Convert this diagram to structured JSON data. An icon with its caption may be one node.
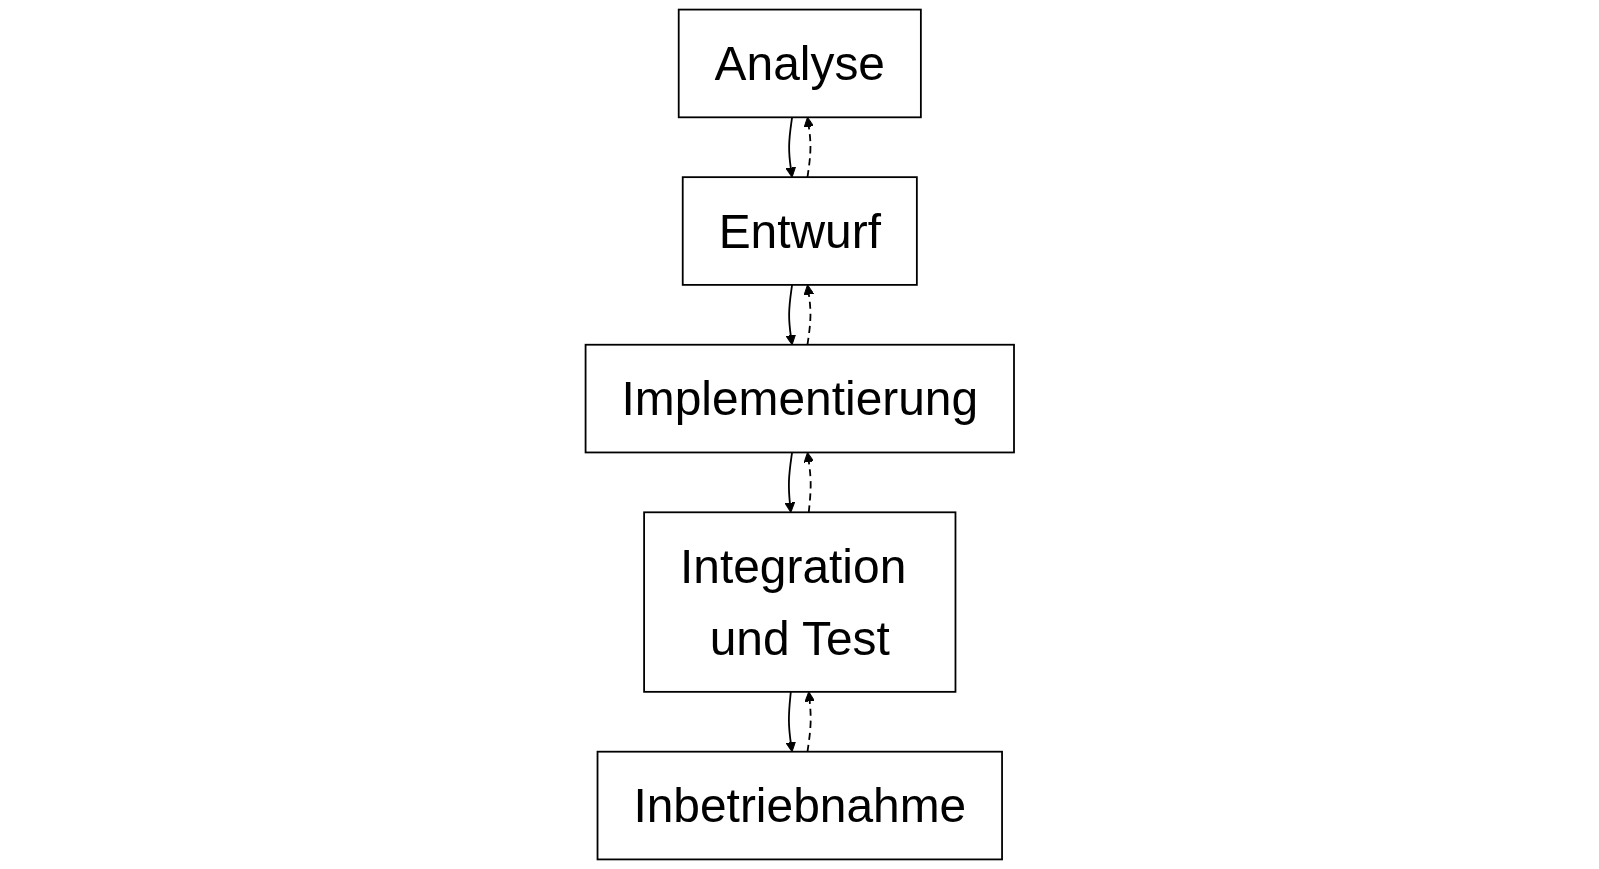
{
  "diagram": {
    "nodes": [
      {
        "text": [
          "Analyse"
        ]
      },
      {
        "text": [
          "Entwurf"
        ]
      },
      {
        "text": [
          "Implementierung"
        ]
      },
      {
        "text": [
          "Integration und Test"
        ]
      },
      {
        "text": [
          "Inbetriebnahme"
        ]
      }
    ],
    "edges": [
      {
        "from": 0,
        "to": 1,
        "arrow": "to"
      },
      {
        "from": 1,
        "to": 0,
        "arrow": "to",
        "style": "dashed"
      },
      {
        "from": 1,
        "to": 2,
        "arrow": "to"
      },
      {
        "from": 2,
        "to": 1,
        "arrow": "to",
        "style": "dashed"
      },
      {
        "from": 2,
        "to": 3,
        "arrow": "to"
      },
      {
        "from": 3,
        "to": 2,
        "arrow": "to",
        "style": "dashed"
      },
      {
        "from": 3,
        "to": 4,
        "arrow": "to"
      },
      {
        "from": 4,
        "to": 3,
        "arrow": "to",
        "style": "dashed"
      }
    ]
  }
}
